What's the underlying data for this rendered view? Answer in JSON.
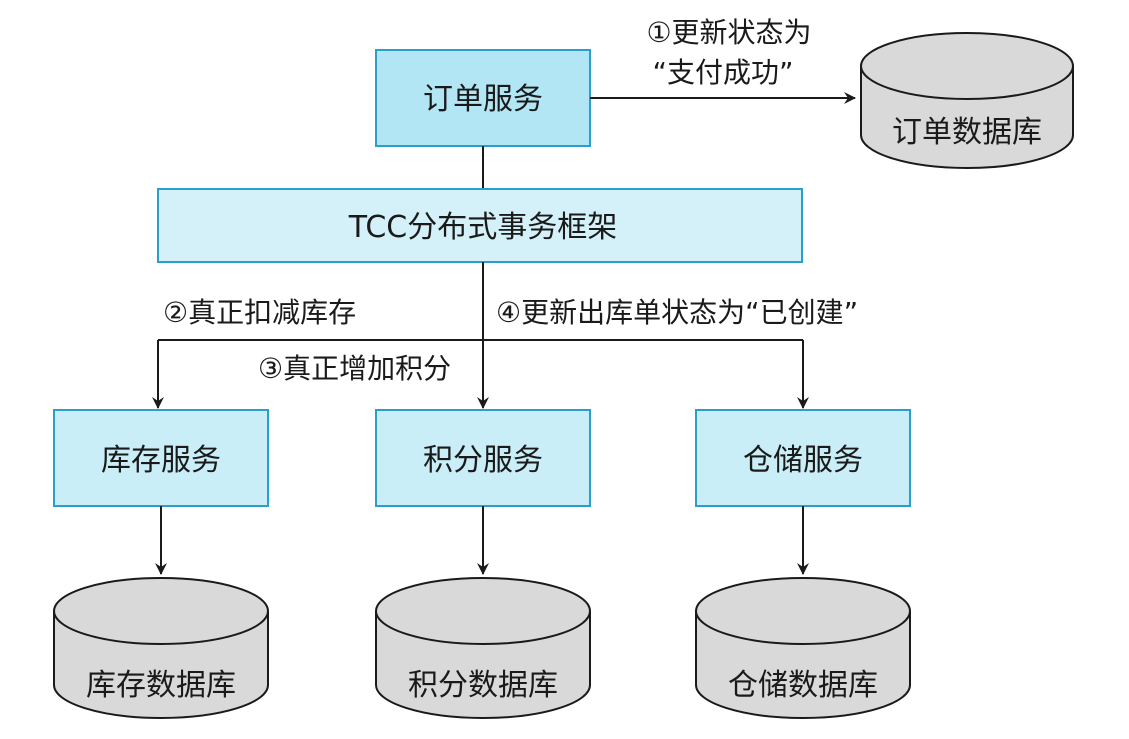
{
  "colors": {
    "service_fill": "#c9eef7",
    "order_fill": "#b3e6f5",
    "framework_fill": "#d4f1f9",
    "box_stroke": "#2a9fcc",
    "db_fill": "#d9d9d9",
    "db_stroke": "#1a1a1a",
    "line": "#1a1a1a"
  },
  "nodes": {
    "order_service": "订单服务",
    "order_db": "订单数据库",
    "framework": "TCC分布式事务框架",
    "inventory_service": "库存服务",
    "points_service": "积分服务",
    "warehouse_service": "仓储服务",
    "inventory_db": "库存数据库",
    "points_db": "积分数据库",
    "warehouse_db": "仓储数据库"
  },
  "edges": {
    "step1_line1": "①更新状态为",
    "step1_line2": "“支付成功”",
    "step2": "②真正扣减库存",
    "step3": "③真正增加积分",
    "step4": "④更新出库单状态为“已创建”"
  }
}
